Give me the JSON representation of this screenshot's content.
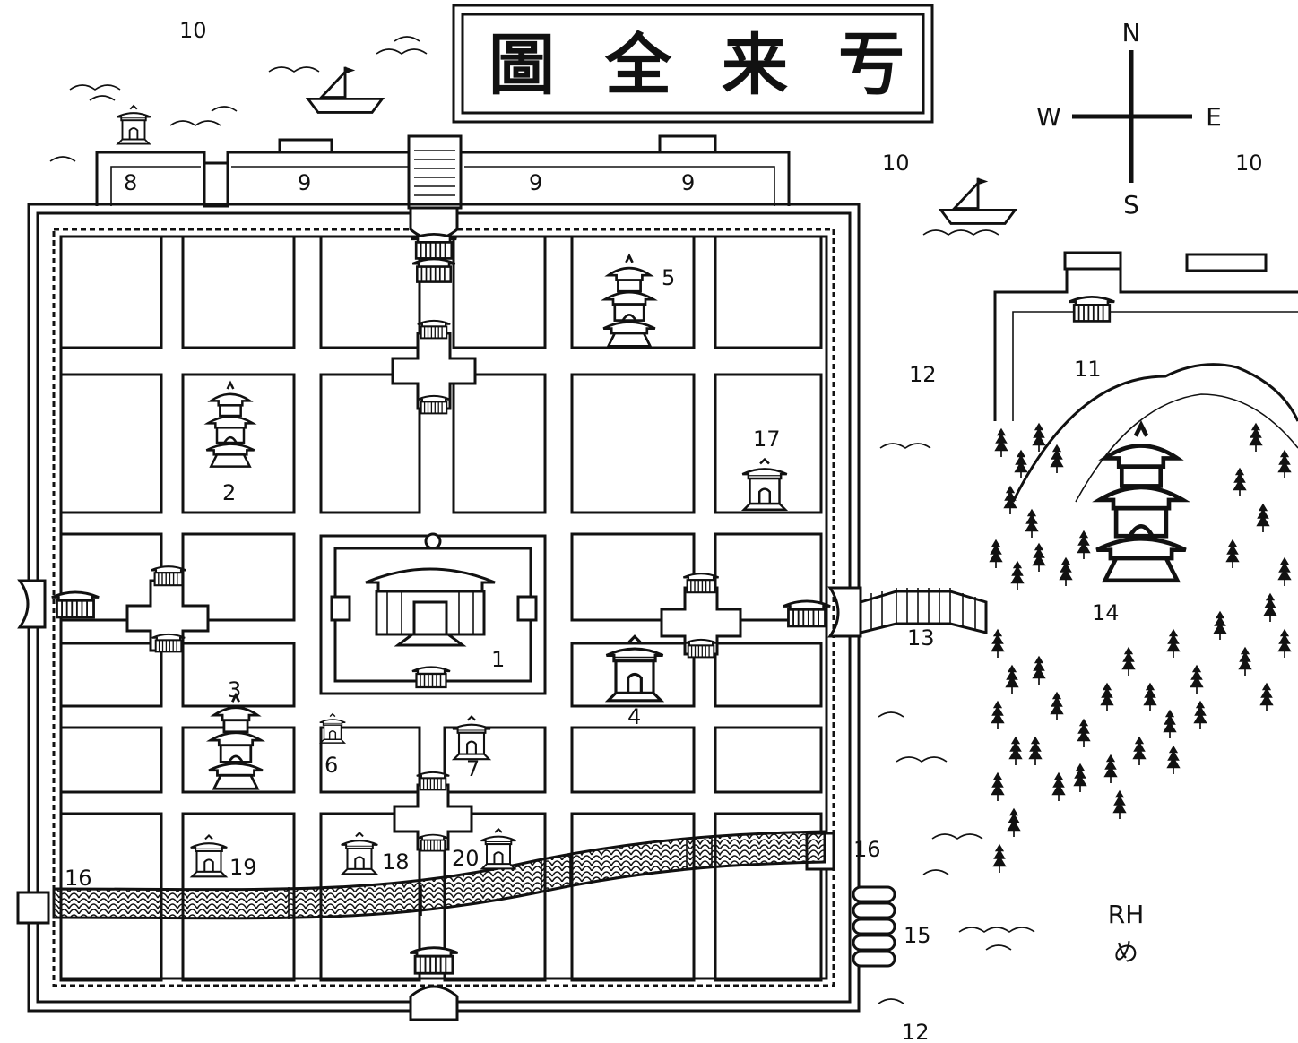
{
  "title": {
    "characters": [
      "圖",
      "全",
      "来",
      "亐"
    ]
  },
  "compass": {
    "n": "N",
    "s": "S",
    "e": "E",
    "w": "W"
  },
  "signature": {
    "initials": "RH",
    "seal_glyph": "め"
  },
  "labels": {
    "l1": "1",
    "l2": "2",
    "l3": "3",
    "l4": "4",
    "l5": "5",
    "l6": "6",
    "l7": "7",
    "l8": "8",
    "l9a": "9",
    "l9b": "9",
    "l9c": "9",
    "l10a": "10",
    "l10b": "10",
    "l10c": "10",
    "l11": "11",
    "l12a": "12",
    "l12b": "12",
    "l13": "13",
    "l14": "14",
    "l15": "15",
    "l16a": "16",
    "l16b": "16",
    "l17": "17",
    "l18": "18",
    "l19": "19",
    "l20": "20"
  },
  "icons": {
    "ship": "sailboat-icon",
    "building": "pagoda-building-icon",
    "gate": "city-gate-icon",
    "tree": "pine-tree-icon"
  },
  "colors": {
    "ink": "#111111",
    "paper": "#ffffff"
  }
}
